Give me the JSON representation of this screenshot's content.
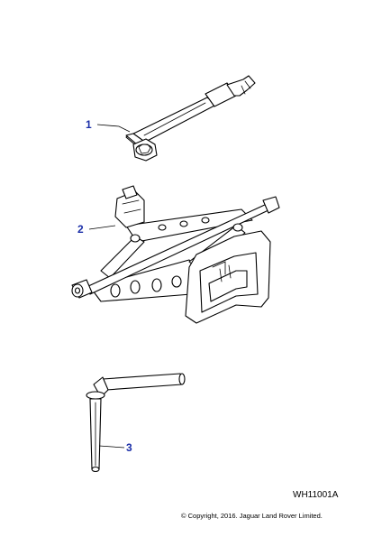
{
  "callouts": [
    {
      "id": "1",
      "label": "1"
    },
    {
      "id": "2",
      "label": "2"
    },
    {
      "id": "3",
      "label": "3"
    }
  ],
  "reference_code": "WH11001A",
  "copyright": "© Copyright, 2016. Jaguar Land Rover Limited.",
  "colors": {
    "callout": "#1a2ea8",
    "line": "#000000",
    "background": "#ffffff"
  }
}
